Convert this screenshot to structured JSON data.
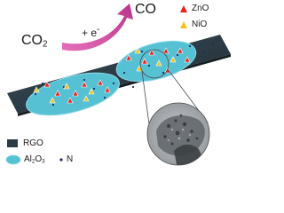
{
  "labels": {
    "co2_main": "CO",
    "co2_sub": "2",
    "electron": "+ e",
    "electron_sup": "-",
    "co": "CO"
  },
  "legend": {
    "zno": "ZnO",
    "nio": "NiO",
    "rgo": "RGO",
    "al2o3_main": "Al",
    "al2o3_sub1": "2",
    "al2o3_o": "O",
    "al2o3_sub2": "3",
    "n": "N"
  },
  "colors": {
    "zno": "#e8211d",
    "nio": "#f3c21b",
    "rgo": "#2b3b45",
    "al2o3": "#55c0d3",
    "n": "#1d2a6b",
    "arrow": "#c8449a"
  }
}
